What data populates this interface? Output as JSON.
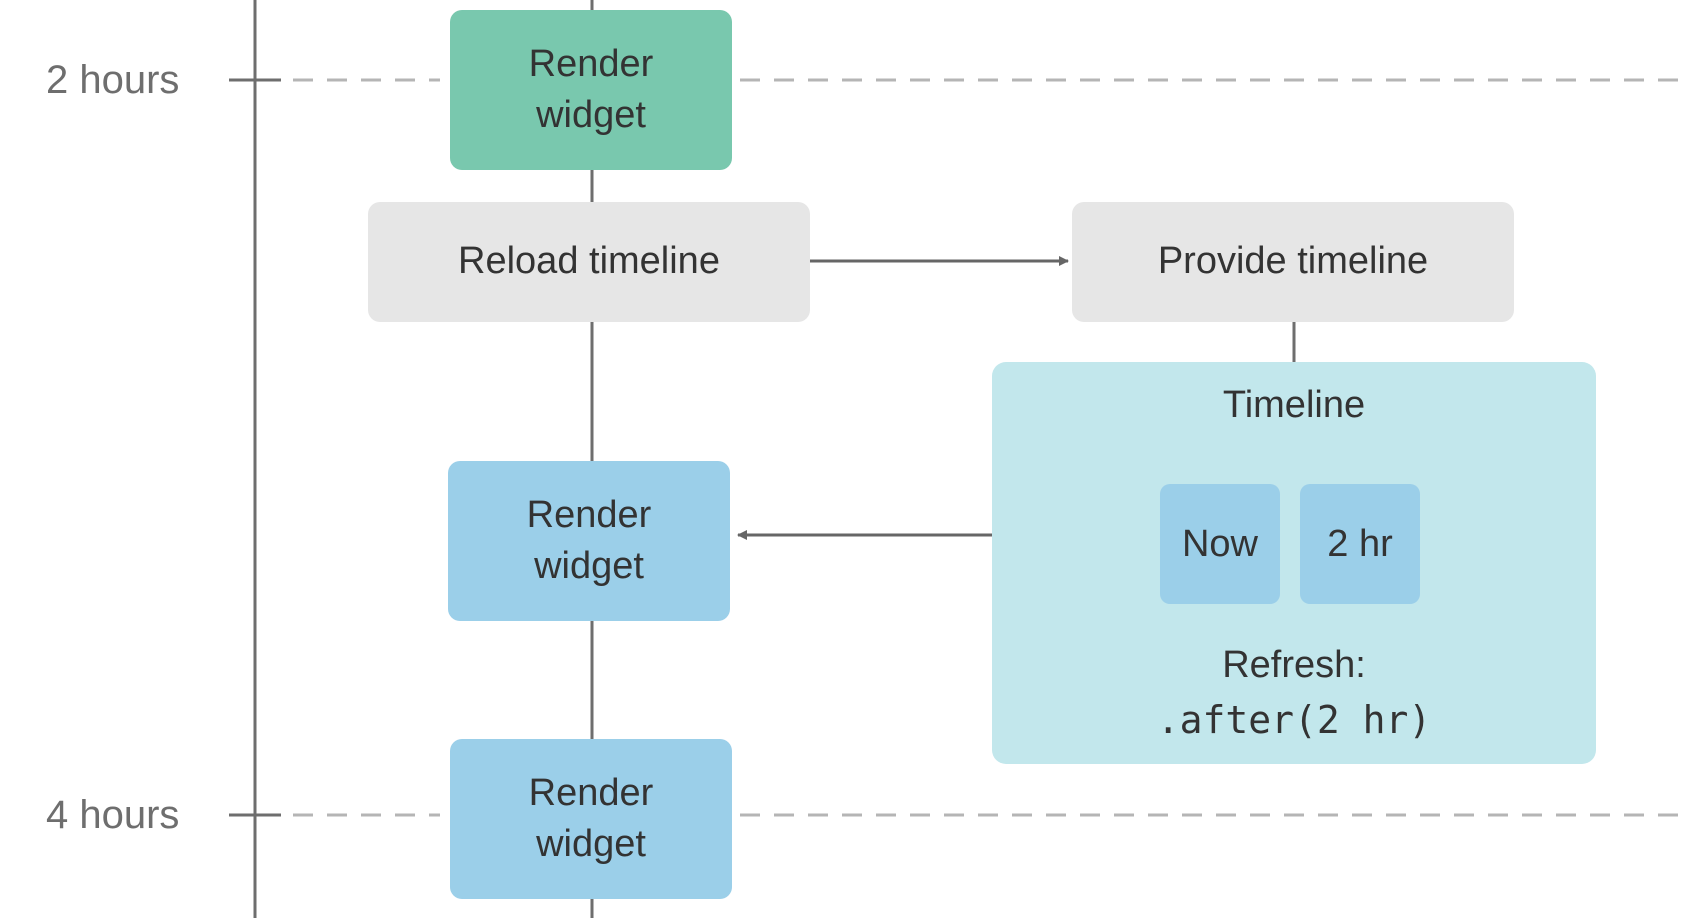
{
  "time_axis": {
    "ticks": [
      "2 hours",
      "4 hours"
    ]
  },
  "boxes": {
    "render_widget_top": "Render\nwidget",
    "reload_timeline": "Reload timeline",
    "provide_timeline": "Provide timeline",
    "render_widget_middle": "Render\nwidget",
    "render_widget_bottom": "Render\nwidget"
  },
  "timeline_panel": {
    "title": "Timeline",
    "entries": [
      "Now",
      "2 hr"
    ],
    "refresh_label": "Refresh:",
    "refresh_policy": ".after(2 hr)"
  },
  "colors": {
    "render_current": "#79c8ae",
    "render_future": "#9bcfe9",
    "action": "#e6e6e6",
    "timeline_panel": "#c2e7ec",
    "axis": "#6e6e6e",
    "dashed_line": "#b5b5b5"
  }
}
